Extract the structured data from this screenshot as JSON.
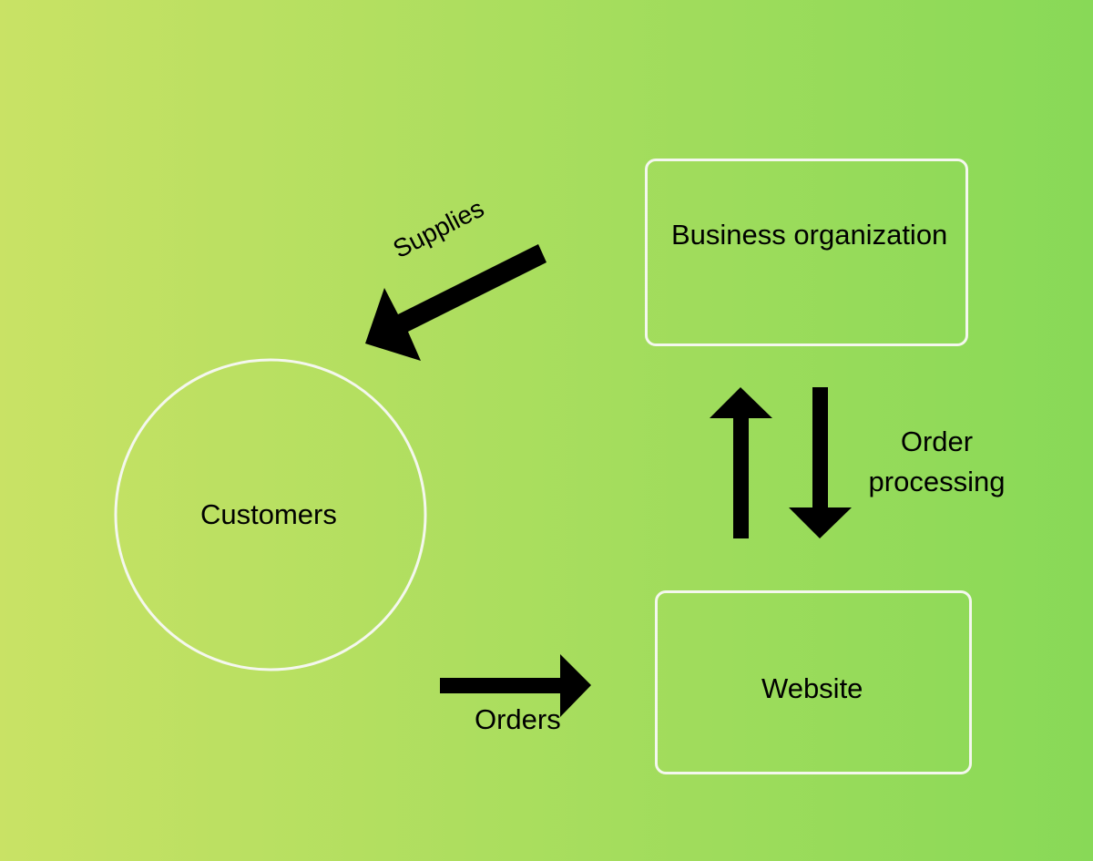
{
  "nodes": {
    "business": "Business organization",
    "customers": "Customers",
    "website": "Website"
  },
  "edges": {
    "supplies": "Supplies",
    "orders": "Orders",
    "order_processing_line1": "Order",
    "order_processing_line2": "processing"
  },
  "colors": {
    "gradient_left": "#c9e265",
    "gradient_right": "#88d957",
    "outline": "#f4f7ee",
    "arrow": "#000000"
  }
}
